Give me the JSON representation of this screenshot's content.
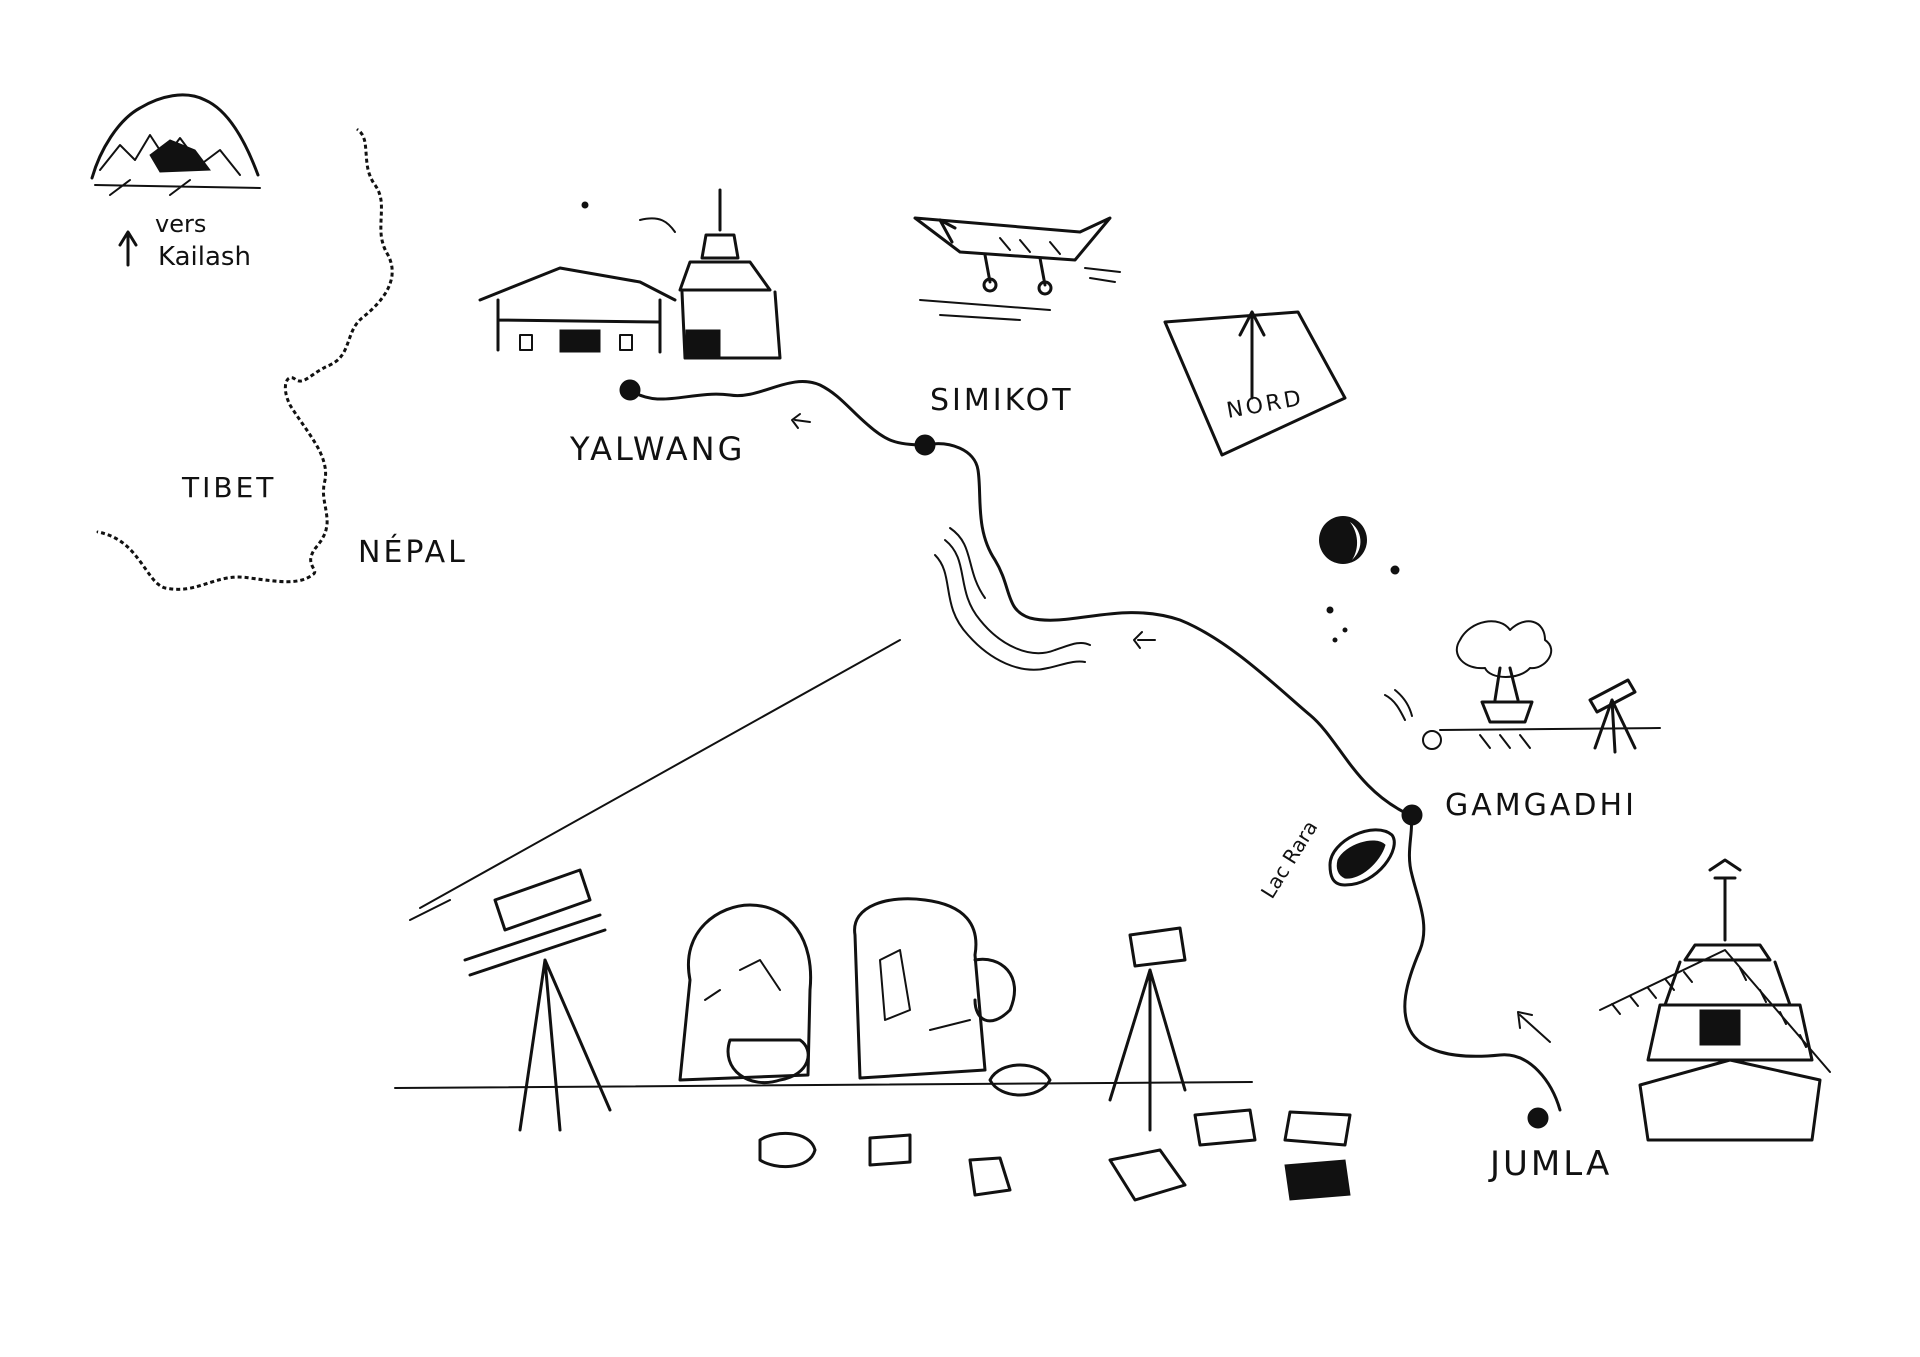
{
  "labels": {
    "tibet": "TIBET",
    "nepal": "NÉPAL",
    "vers": "vers",
    "kailash": "Kailash",
    "yalwang": "YALWANG",
    "simikot": "SIMIKOT",
    "nord": "NORD",
    "gamgadhi": "GAMGADHI",
    "lac_rara": "Lac Rara",
    "jumla": "JUMLA"
  },
  "icons": {
    "mountain": "mountain-sketch-icon",
    "monastery": "monastery-stupa-icon",
    "airplane": "airplane-icon",
    "compass": "north-arrow-icon",
    "moon": "moon-icon",
    "tree": "bonsai-tree-icon",
    "telescope": "telescope-icon",
    "stupa": "stupa-prayer-flags-icon",
    "gear": "camping-gear-icon"
  },
  "colors": {
    "ink": "#111111",
    "paper": "#ffffff"
  }
}
